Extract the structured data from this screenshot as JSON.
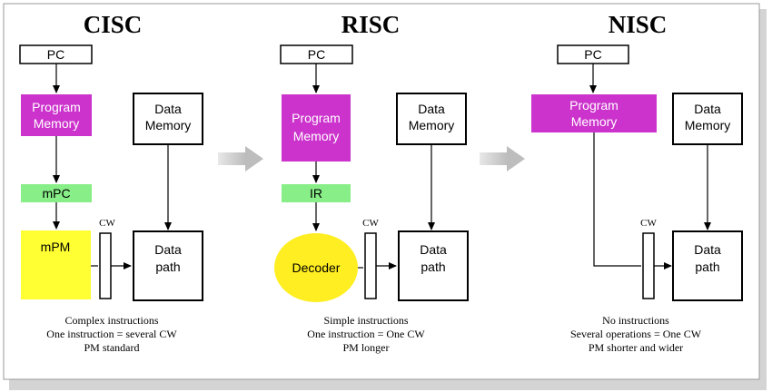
{
  "colors": {
    "program_memory": "#cc33cc",
    "mpc": "#88ee88",
    "mpm": "#ffff33",
    "decoder": "#ffee22",
    "flow_arrow": "#c8c8c8"
  },
  "panels": {
    "cisc": {
      "title": "CISC",
      "pc": "PC",
      "program_memory": [
        "Program",
        "Memory"
      ],
      "data_memory": [
        "Data",
        "Memory"
      ],
      "mpc": "mPC",
      "mpm": "mPM",
      "cw": "CW",
      "data_path": [
        "Data",
        "path"
      ],
      "caption": [
        "Complex instructions",
        "One instruction = several CW",
        "PM standard"
      ]
    },
    "risc": {
      "title": "RISC",
      "pc": "PC",
      "program_memory": [
        "Program",
        "Memory"
      ],
      "data_memory": [
        "Data",
        "Memory"
      ],
      "ir": "IR",
      "decoder": "Decoder",
      "cw": "CW",
      "data_path": [
        "Data",
        "path"
      ],
      "caption": [
        "Simple instructions",
        "One instruction = One CW",
        "PM longer"
      ]
    },
    "nisc": {
      "title": "NISC",
      "pc": "PC",
      "program_memory": [
        "Program",
        "Memory"
      ],
      "data_memory": [
        "Data",
        "Memory"
      ],
      "cw": "CW",
      "data_path": [
        "Data",
        "path"
      ],
      "caption": [
        "No instructions",
        "Several operations = One CW",
        "PM shorter and wider"
      ]
    }
  }
}
